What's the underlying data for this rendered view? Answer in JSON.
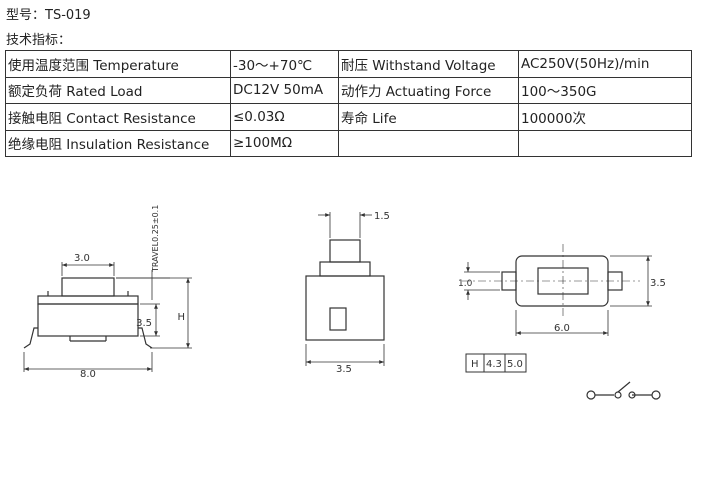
{
  "header": {
    "model_line": "型号：TS-019",
    "spec_heading": "技术指标："
  },
  "specs": [
    {
      "label": "使用温度范围 Temperature",
      "value": "-30～+70℃",
      "label2": "耐压 Withstand Voltage",
      "value2": "AC250V(50Hz)/min"
    },
    {
      "label": "额定负荷 Rated Load",
      "value": "DC12V 50mA",
      "label2": "动作力 Actuating Force",
      "value2": "100～350G"
    },
    {
      "label": "接触电阻 Contact Resistance",
      "value": "≤0.03Ω",
      "label2": "寿命 Life",
      "value2": "100000次"
    },
    {
      "label": "绝缘电阻 Insulation Resistance",
      "value": "≥100MΩ",
      "label2": "",
      "value2": ""
    }
  ],
  "drawing": {
    "side_view": {
      "dim_top": "3.0",
      "dim_travel": "TRAVEL0.25±0.1",
      "dim_height_inner": "3.5",
      "dim_h": "H",
      "dim_width": "8.0"
    },
    "front_view": {
      "dim_actuator": "1.5",
      "dim_width": "3.5"
    },
    "top_view": {
      "dim_pin": "1.0",
      "dim_height": "3.5",
      "dim_width": "6.0"
    },
    "h_table": [
      "H",
      "4.3",
      "5.0"
    ]
  }
}
